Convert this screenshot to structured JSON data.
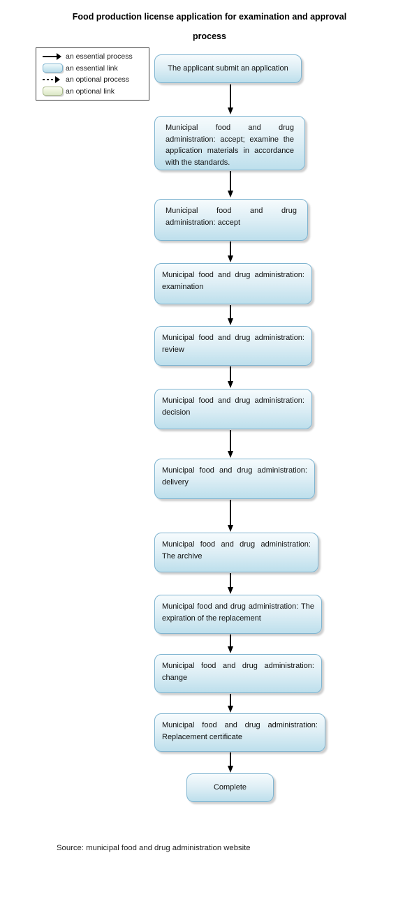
{
  "title": {
    "line1": "Food production license application for examination and approval",
    "line2": "process"
  },
  "legend": {
    "items": [
      {
        "icon": "essential-process-arrow",
        "label": "an essential process"
      },
      {
        "icon": "essential-link-swatch",
        "label": "an essential link"
      },
      {
        "icon": "optional-process-arrow",
        "label": "an optional process"
      },
      {
        "icon": "optional-link-swatch",
        "label": "an optional link"
      }
    ]
  },
  "flowchart": {
    "connector_type": "essential-process-arrow",
    "nodes": [
      {
        "id": 1,
        "type": "essential-link",
        "text": "The applicant submit an application"
      },
      {
        "id": 2,
        "type": "essential-link",
        "text": "Municipal food and drug administration: accept; examine the application materials in accordance with the standards."
      },
      {
        "id": 3,
        "type": "essential-link",
        "text": "Municipal food and drug administration: accept"
      },
      {
        "id": 4,
        "type": "essential-link",
        "text": "Municipal food and drug administration: examination"
      },
      {
        "id": 5,
        "type": "essential-link",
        "text": "Municipal food and drug administration: review"
      },
      {
        "id": 6,
        "type": "essential-link",
        "text": "Municipal food and drug administration: decision"
      },
      {
        "id": 7,
        "type": "essential-link",
        "text": "Municipal food and drug administration: delivery"
      },
      {
        "id": 8,
        "type": "essential-link",
        "text": "Municipal food and drug administration: The archive"
      },
      {
        "id": 9,
        "type": "essential-link",
        "text": "Municipal food and drug administration: The expiration of the replacement"
      },
      {
        "id": 10,
        "type": "essential-link",
        "text": "Municipal food and drug administration: change"
      },
      {
        "id": 11,
        "type": "essential-link",
        "text": "Municipal food and drug administration: Replacement certificate"
      },
      {
        "id": 12,
        "type": "essential-link",
        "text": "Complete"
      }
    ]
  },
  "source_note": "Source: municipal food and drug administration website",
  "colors": {
    "essential_link_fill_top": "#f6fbfd",
    "essential_link_fill_bottom": "#bddfec",
    "essential_link_border": "#7fb4d0",
    "optional_link_fill_top": "#fbfdf4",
    "optional_link_fill_bottom": "#dbe8c6",
    "optional_link_border": "#a8b88a",
    "process_arrow": "#000000",
    "text": "#1a1a1a"
  }
}
